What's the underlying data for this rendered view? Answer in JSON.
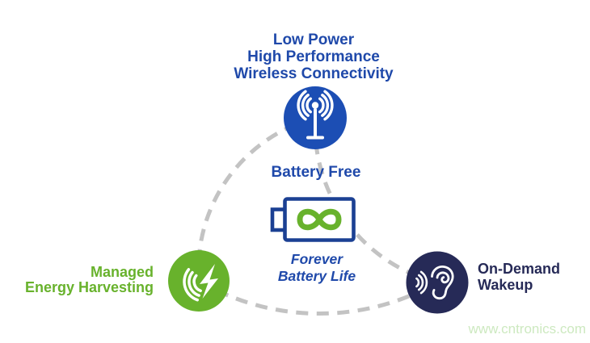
{
  "heading": {
    "line1": "Low Power",
    "line2": "High Performance",
    "line3": "Wireless Connectivity"
  },
  "labels": {
    "battery_free": "Battery Free",
    "forever_line1": "Forever",
    "forever_line2": "Battery Life",
    "managed_line1": "Managed",
    "managed_line2": "Energy Harvesting",
    "ondemand_line1": "On-Demand",
    "ondemand_line2": "Wakeup"
  },
  "watermark": "www.cntronics.com",
  "icons": {
    "top": "wireless-antenna-icon",
    "left": "energy-bolt-icon",
    "right": "listening-ear-icon",
    "center": "infinity-battery-icon"
  },
  "colors": {
    "text_blue": "#1f49aa",
    "node_blue": "#1c4eb4",
    "green": "#68b22c",
    "navy": "#262a57",
    "battery_outline": "#1b4093",
    "dash_gray": "#c3c3c3",
    "watermark_green": "#cde9c0"
  }
}
